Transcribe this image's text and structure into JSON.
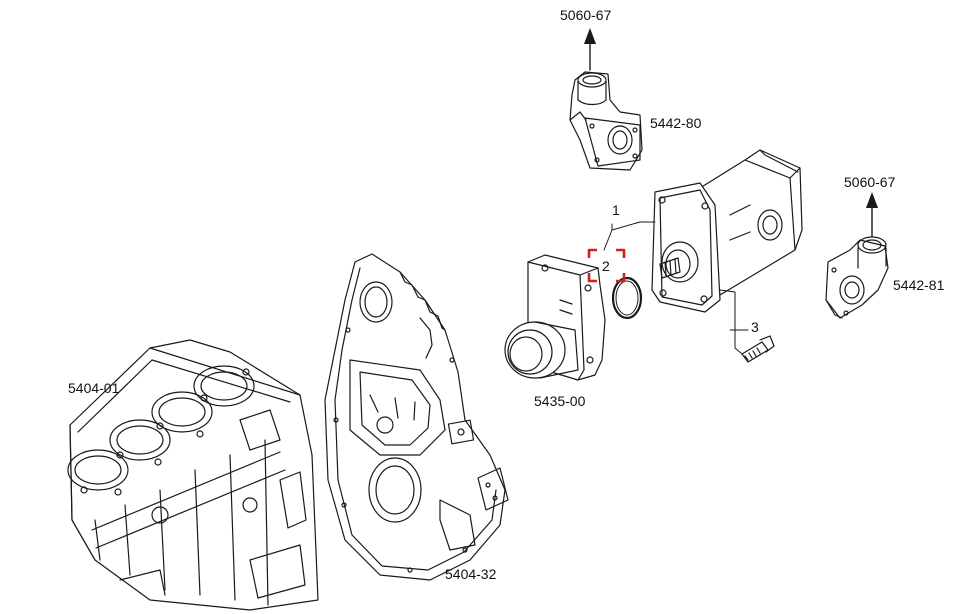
{
  "diagram": {
    "labels": {
      "outlet_arrow_left": "5060-67",
      "fitting_top": "5442-80",
      "outlet_arrow_right": "5060-67",
      "fitting_right": "5442-81",
      "callout_1": "1",
      "callout_2": "2",
      "callout_3": "3",
      "adapter_flange": "5435-00",
      "engine_block": "5404-01",
      "timing_cover": "5404-32"
    },
    "colors": {
      "line": "#1a1a1a",
      "highlight": "#cc2222",
      "background": "#ffffff"
    }
  }
}
